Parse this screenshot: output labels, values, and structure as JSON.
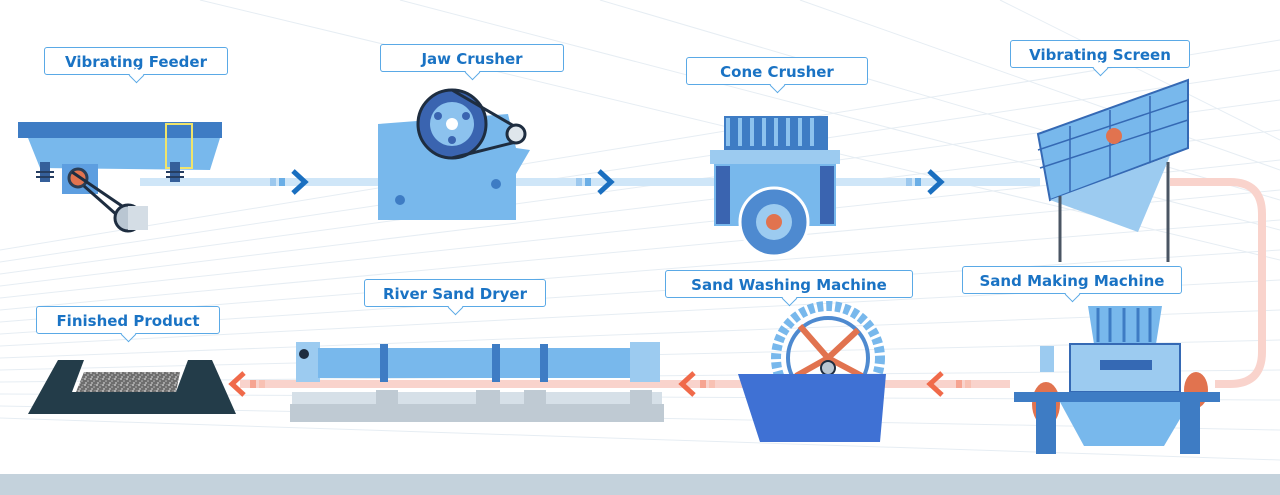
{
  "stages": [
    {
      "label": "Vibrating Feeder"
    },
    {
      "label": "Jaw Crusher"
    },
    {
      "label": "Cone Crusher"
    },
    {
      "label": "Vibrating Screen"
    },
    {
      "label": "Sand Making Machine"
    },
    {
      "label": "Sand Washing Machine"
    },
    {
      "label": "River Sand Dryer"
    },
    {
      "label": "Finished Product"
    }
  ],
  "colors": {
    "machine_blue": "#78b8ec",
    "machine_dark": "#3569b4",
    "flow_forward": "#1a6fc0",
    "flow_return": "#f06a4a",
    "flow_line_blue": "#cfe6f8",
    "flow_line_pink": "#f9d3cc",
    "label_border": "#5aa9e6",
    "label_text": "#1a73c4",
    "footer": "#c4d2dc"
  }
}
